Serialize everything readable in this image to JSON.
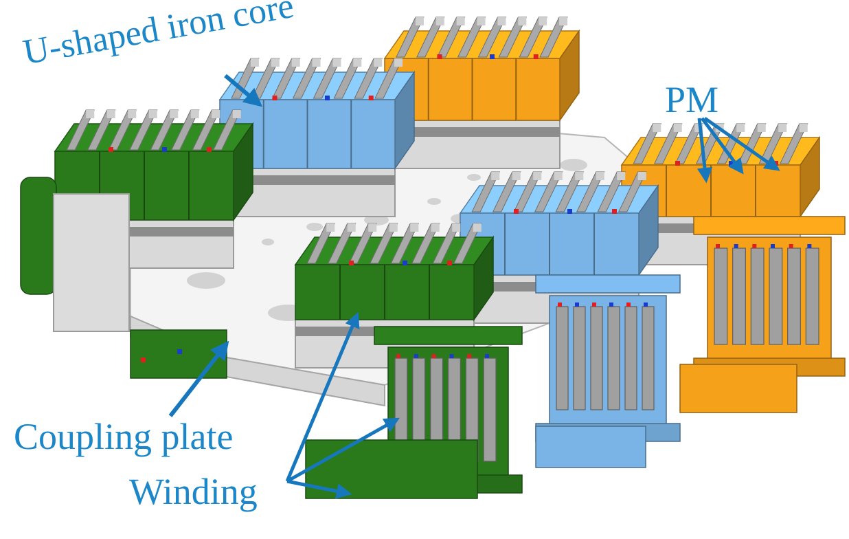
{
  "labels": {
    "u_core": "U-shaped iron core",
    "pm": "PM",
    "coupling_plate": "Coupling plate",
    "winding": "Winding"
  },
  "colors": {
    "label_text": "#1b87c9",
    "arrow": "#1777bd",
    "green_winding": "#2a7a1c",
    "blue_winding": "#7ab4e6",
    "orange_winding": "#f5a21a",
    "iron_core": "#8c8c8c",
    "plate": "#f2f2f2",
    "pm_red": "#e02020",
    "pm_blue": "#1a3ccc"
  }
}
